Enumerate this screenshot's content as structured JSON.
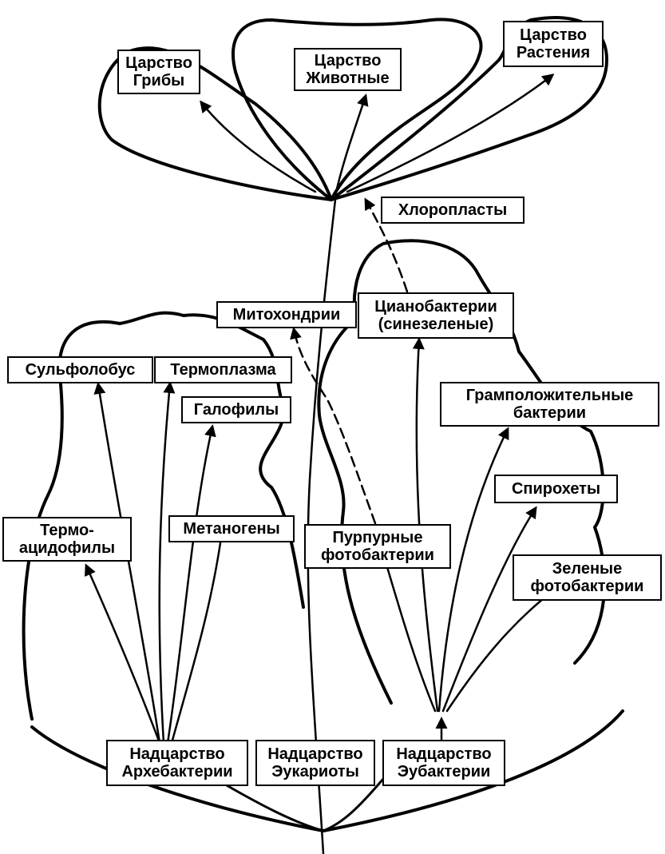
{
  "colors": {
    "ink": "#000000",
    "background": "#ffffff"
  },
  "labels": {
    "fungi": {
      "line1": "Царство",
      "line2": "Грибы"
    },
    "animals": {
      "line1": "Царство",
      "line2": "Животные"
    },
    "plants": {
      "line1": "Царство",
      "line2": "Растения"
    },
    "chloroplasts": {
      "text": "Хлоропласты"
    },
    "mitochondria": {
      "text": "Митохондрии"
    },
    "cyanobacteria": {
      "line1": "Цианобактерии",
      "line2": "(синезеленые)"
    },
    "sulfolobus": {
      "text": "Сульфолобус"
    },
    "thermoplasma": {
      "text": "Термоплазма"
    },
    "halophiles": {
      "text": "Галофилы"
    },
    "gram_positive": {
      "line1": "Грамположительные",
      "line2": "бактерии"
    },
    "spirochetes": {
      "text": "Спирохеты"
    },
    "thermoacidophiles": {
      "line1": "Термо-",
      "line2": "ацидофилы"
    },
    "methanogens": {
      "text": "Метаногены"
    },
    "purple_photobacteria": {
      "line1": "Пурпурные",
      "line2": "фотобактерии"
    },
    "green_photobacteria": {
      "line1": "Зеленые",
      "line2": "фотобактерии"
    },
    "archaebacteria": {
      "line1": "Надцарство",
      "line2": "Архебактерии"
    },
    "eukaryotes": {
      "line1": "Надцарство",
      "line2": "Эукариоты"
    },
    "eubacteria": {
      "line1": "Надцарство",
      "line2": "Эубактерии"
    }
  }
}
